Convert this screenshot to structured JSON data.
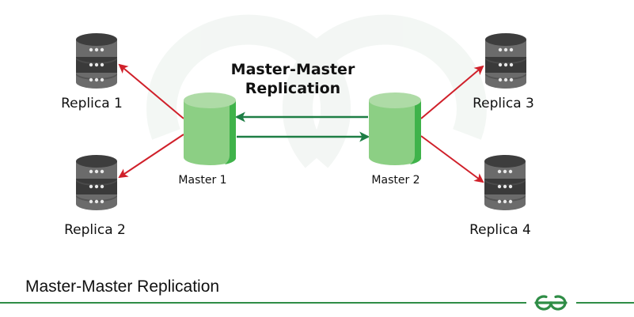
{
  "diagram": {
    "title_line1": "Master-Master",
    "title_line2": "Replication",
    "caption": "Master-Master Replication",
    "masters": [
      {
        "id": "master-1",
        "label": "Master 1"
      },
      {
        "id": "master-2",
        "label": "Master 2"
      }
    ],
    "replicas": [
      {
        "id": "replica-1",
        "label": "Replica 1",
        "source": "master-1"
      },
      {
        "id": "replica-2",
        "label": "Replica 2",
        "source": "master-1"
      },
      {
        "id": "replica-3",
        "label": "Replica 3",
        "source": "master-2"
      },
      {
        "id": "replica-4",
        "label": "Replica 4",
        "source": "master-2"
      }
    ],
    "edges": [
      {
        "from": "master-2",
        "to": "master-1",
        "type": "sync"
      },
      {
        "from": "master-1",
        "to": "master-2",
        "type": "sync"
      },
      {
        "from": "master-1",
        "to": "replica-1",
        "type": "replicate"
      },
      {
        "from": "master-1",
        "to": "replica-2",
        "type": "replicate"
      },
      {
        "from": "master-2",
        "to": "replica-3",
        "type": "replicate"
      },
      {
        "from": "master-2",
        "to": "replica-4",
        "type": "replicate"
      }
    ],
    "logo": "gfg-logo",
    "colors": {
      "master_body": "#8ccf84",
      "master_top": "#aedba6",
      "master_edge": "#3fb34a",
      "sync_arrow": "#1e7e45",
      "replicate_arrow": "#d0202a",
      "db_dark": "#3a3a3a",
      "db_mid": "#6b6b6b",
      "brand_green": "#2f8d46"
    }
  }
}
